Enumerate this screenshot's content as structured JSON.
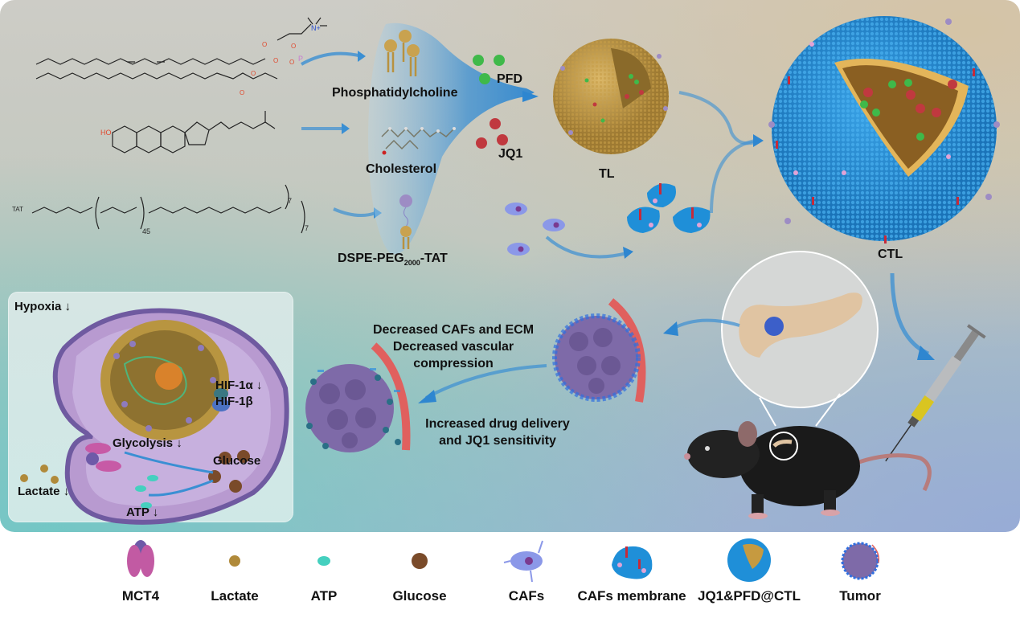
{
  "synthesis": {
    "components": [
      {
        "name": "Phosphatidylcholine"
      },
      {
        "name": "Cholesterol"
      },
      {
        "name": "DSPE-PEG",
        "subscript": "2000",
        "suffix": "-TAT"
      }
    ],
    "drugs": [
      {
        "name": "PFD",
        "color": "#3fb94a"
      },
      {
        "name": "JQ1",
        "color": "#c0393f"
      }
    ],
    "structure_labels": {
      "tat": "TAT",
      "peg_repeat": "45",
      "alkyl_repeat_1": "7",
      "alkyl_repeat_2": "7",
      "nitrogen_cation": "N+",
      "hydroxyl": "HO"
    },
    "products": {
      "tl": "TL",
      "ctl": "CTL"
    }
  },
  "mechanism": {
    "effects_top": [
      "Decreased CAFs and ECM",
      "Decreased vascular",
      "compression"
    ],
    "effects_bottom": [
      "Increased drug delivery",
      "and JQ1 sensitivity"
    ]
  },
  "cell_inset": {
    "hypoxia": "Hypoxia",
    "hif1a": "HIF-1α",
    "hif1b": "HIF-1β",
    "glycolysis": "Glycolysis",
    "glucose": "Glucose",
    "lactate": "Lactate",
    "atp": "ATP",
    "down_arrow": "↓"
  },
  "legend": [
    {
      "label": "MCT4",
      "icon": "mct4-icon"
    },
    {
      "label": "Lactate",
      "icon": "lactate-icon"
    },
    {
      "label": "ATP",
      "icon": "atp-icon"
    },
    {
      "label": "Glucose",
      "icon": "glucose-icon"
    },
    {
      "label": "CAFs",
      "icon": "caf-cell-icon"
    },
    {
      "label": "CAFs membrane",
      "icon": "caf-membrane-icon"
    },
    {
      "label": "JQ1&PFD@CTL",
      "icon": "ctl-nanoparticle-icon"
    },
    {
      "label": "Tumor",
      "icon": "tumor-icon"
    }
  ],
  "colors": {
    "membrane_blue": "#2f8fd6",
    "lipid_gold": "#c9a24f",
    "arrow_blue": "#2e86d0",
    "cell_purple": "#8b6fb0",
    "vessel_red": "#e0605e"
  }
}
